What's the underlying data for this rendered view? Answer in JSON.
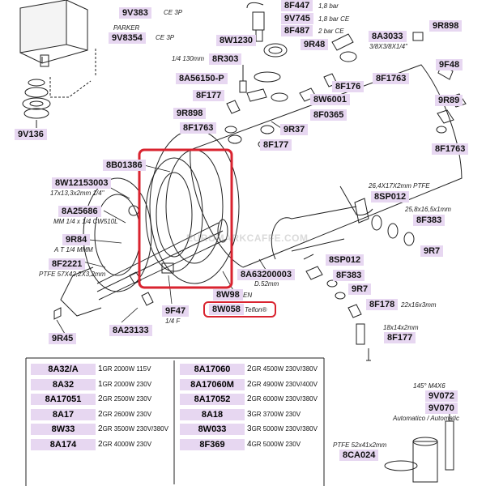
{
  "watermark": "EUROMARKCAFFE.COM",
  "labels": {
    "9v383": "9V383",
    "9v383_note": "CE 3P",
    "parker": "PARKER",
    "9v8354": "9V8354",
    "9v8354_note": "CE 3P",
    "9v136": "9V136",
    "8f447": "8F447",
    "8f447_note": "1,8 bar",
    "9v745": "9V745",
    "9v745_note": "1,8 bar CE",
    "8f487": "8F487",
    "8f487_note": "2 bar CE",
    "8w1230": "8W1230",
    "8r303": "8R303",
    "8r303_note": "1/4 130mm",
    "8a56150": "8A56150-P",
    "8f177_a": "8F177",
    "9r898_a": "9R898",
    "8f1763_a": "8F1763",
    "9r48": "9R48",
    "8a3033": "8A3033",
    "8a3033_note": "3/8X3/8X1/4\"",
    "9r898_b": "9R898",
    "9f48": "9F48",
    "8f1763_b": "8F1763",
    "9r89": "9R89",
    "8f1763_c": "8F1763",
    "8f176": "8F176",
    "8w6001": "8W6001",
    "8f0365": "8F0365",
    "9r37": "9R37",
    "8f177_b": "8F177",
    "8b01386": "8B01386",
    "8w12153003": "8W12153003",
    "8w12153003_note": "17x13,3x2mm 1/4\"",
    "8a25686": "8A25686",
    "8a25686_note": "MM 1/4 x 1/4 CW510L",
    "9r84": "9R84",
    "9r84_note": "A T 1/4 MMM",
    "8f2221": "8F2221",
    "8f2221_note": "PTFE 57X42,2X3,2mm",
    "9r45": "9R45",
    "9f47": "9F47",
    "9f47_note": "1/4 F",
    "8a23133": "8A23133",
    "8sp012_note": "26,4X17X2mm PTFE",
    "8sp012_a": "8SP012",
    "8f383_note": "25,8x16,5x1mm",
    "8f383_a": "8F383",
    "9r7_a": "9R7",
    "8a63200003": "8A63200003",
    "8a63200003_note": "D.52mm",
    "8sp012_b": "8SP012",
    "8f383_b": "8F383",
    "9r7_b": "9R7",
    "8w98": "8W98",
    "8w98_note": "EN",
    "8w058": "8W058",
    "8w058_note": "Teflon®",
    "8f178": "8F178",
    "8f178_note": "22x16x3mm",
    "8f177_c_note": "18x14x2mm",
    "8f177_c": "8F177",
    "9v072_note": "145° M4X6",
    "9v072": "9V072",
    "9v070": "9V070",
    "9v070_note": "Automatico / Automatic",
    "8ca024_note": "PTFE 52x41x2mm",
    "8ca024": "8CA024"
  },
  "elements_table": [
    {
      "code": "8A32/A",
      "groups": "1",
      "desc": "GR 2000W 115V"
    },
    {
      "code": "8A32",
      "groups": "1",
      "desc": "GR 2000W 230V"
    },
    {
      "code": "8A17051",
      "groups": "2",
      "desc": "GR 2500W 230V"
    },
    {
      "code": "8A17",
      "groups": "2",
      "desc": "GR 2600W 230V"
    },
    {
      "code": "8W33",
      "groups": "2",
      "desc": "GR 3500W 230V/380V"
    },
    {
      "code": "8A174",
      "groups": "2",
      "desc": "GR 4000W 230V"
    },
    {
      "code": "8A17060",
      "groups": "2",
      "desc": "GR 4500W 230V/380V"
    },
    {
      "code": "8A17060M",
      "groups": "2",
      "desc": "GR 4900W 230V/400V"
    },
    {
      "code": "8A17052",
      "groups": "2",
      "desc": "GR 6000W 230V/380V"
    },
    {
      "code": "8A18",
      "groups": "3",
      "desc": "GR 3700W 230V"
    },
    {
      "code": "8W033",
      "groups": "3",
      "desc": "GR 5000W 230V/380V"
    },
    {
      "code": "8F369",
      "groups": "4",
      "desc": "GR 5000W 230V"
    }
  ],
  "colors": {
    "label_bg": "#e7d7f1",
    "highlight": "#d9232f",
    "line": "#222222"
  }
}
